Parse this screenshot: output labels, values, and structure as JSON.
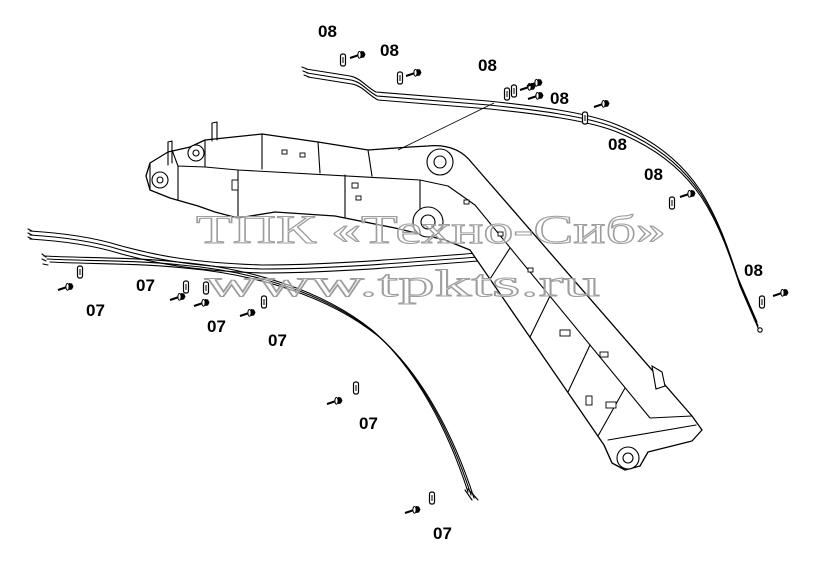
{
  "callouts": [
    "08",
    "08",
    "08",
    "08",
    "08",
    "08",
    "08",
    "07",
    "07",
    "07",
    "07",
    "07",
    "07"
  ],
  "watermark": {
    "company": "ТПК «Техно-Сиб»",
    "url": "www.tpkts.ru"
  },
  "colors": {
    "line": "#000000",
    "watermark": "#9e9e9e",
    "background": "#ffffff"
  }
}
